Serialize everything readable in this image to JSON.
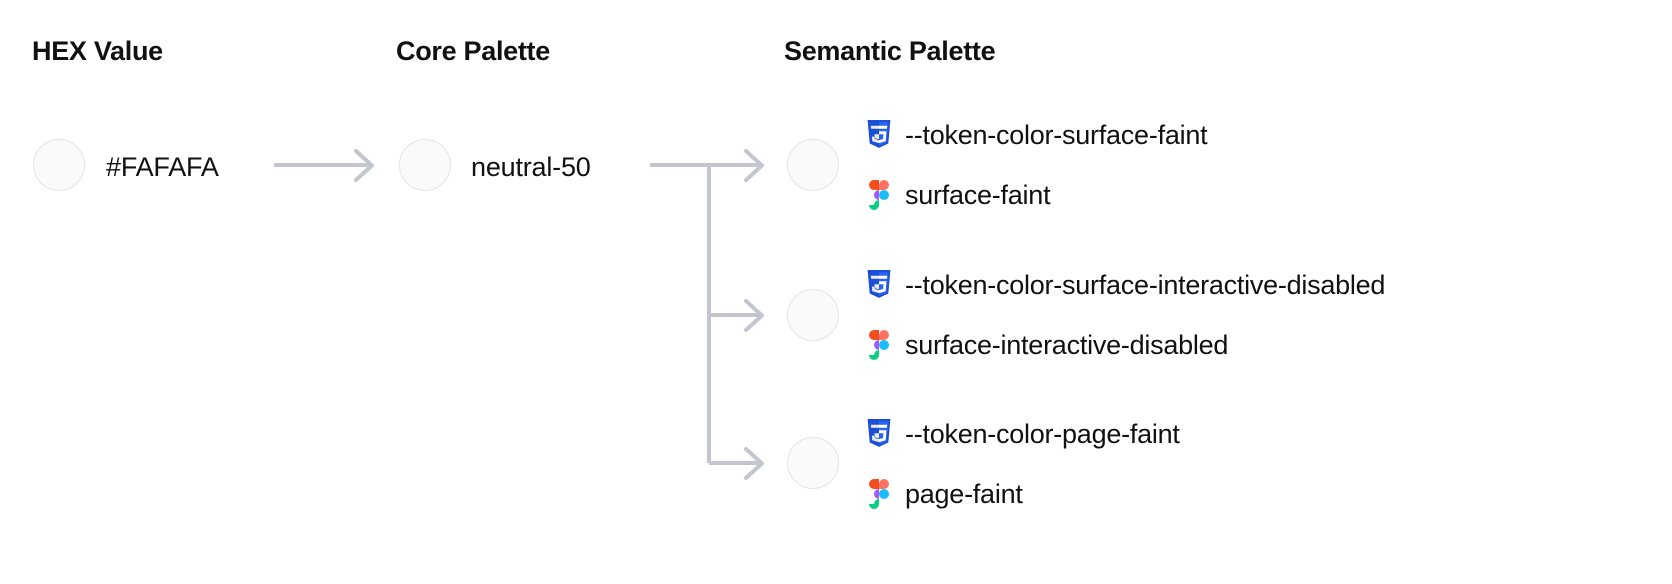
{
  "headers": {
    "hex": "HEX Value",
    "core": "Core Palette",
    "semantic": "Semantic Palette"
  },
  "colors": {
    "swatch_fill": "#FAFAFA",
    "swatch_border": "#E4E4E7",
    "connector": "#C3C6CE",
    "text": "#111113",
    "css_icon_blue_dark": "#1A4FD6",
    "css_icon_blue_light": "#2965F1",
    "css_icon_white": "#FFFFFF",
    "css_icon_pale": "#EBEBEB",
    "figma_orange": "#F24E1E",
    "figma_red": "#FF7262",
    "figma_purple": "#A259FF",
    "figma_blue": "#1ABCFE",
    "figma_green": "#0ACF83"
  },
  "hex_column": {
    "swatch_color": "#FAFAFA",
    "value": "#FAFAFA"
  },
  "core_column": {
    "swatch_color": "#FAFAFA",
    "value": "neutral-50"
  },
  "semantic_column": {
    "entries": [
      {
        "swatch_color": "#FAFAFA",
        "css_icon": "css3-icon",
        "css_token": "--token-color-surface-faint",
        "figma_icon": "figma-icon",
        "figma_token": "surface-faint"
      },
      {
        "swatch_color": "#FAFAFA",
        "css_icon": "css3-icon",
        "css_token": "--token-color-surface-interactive-disabled",
        "figma_icon": "figma-icon",
        "figma_token": "surface-interactive-disabled"
      },
      {
        "swatch_color": "#FAFAFA",
        "css_icon": "css3-icon",
        "css_token": "--token-color-page-faint",
        "figma_icon": "figma-icon",
        "figma_token": "page-faint"
      }
    ]
  },
  "connectors": {
    "hex_to_core": "arrow-right",
    "core_to_semantic": "branching-arrow-three-way"
  }
}
